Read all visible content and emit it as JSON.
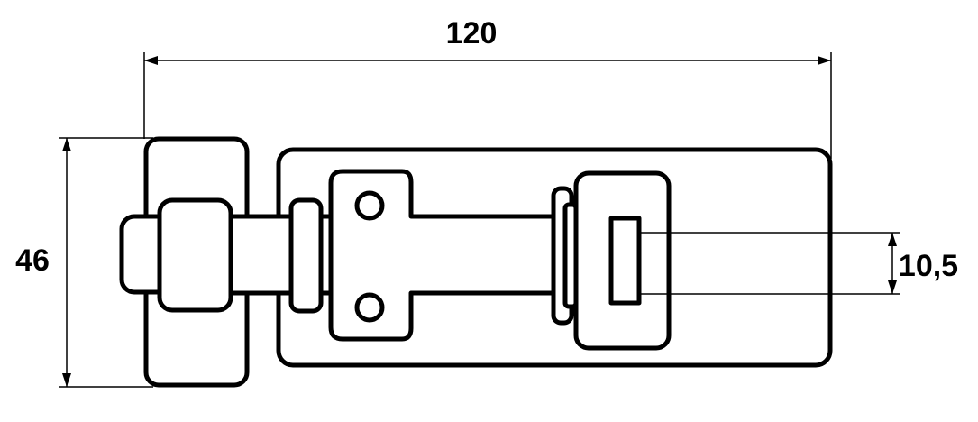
{
  "dimensions": {
    "overall_length": "120",
    "overall_height": "46",
    "slot_height": "10,5"
  }
}
